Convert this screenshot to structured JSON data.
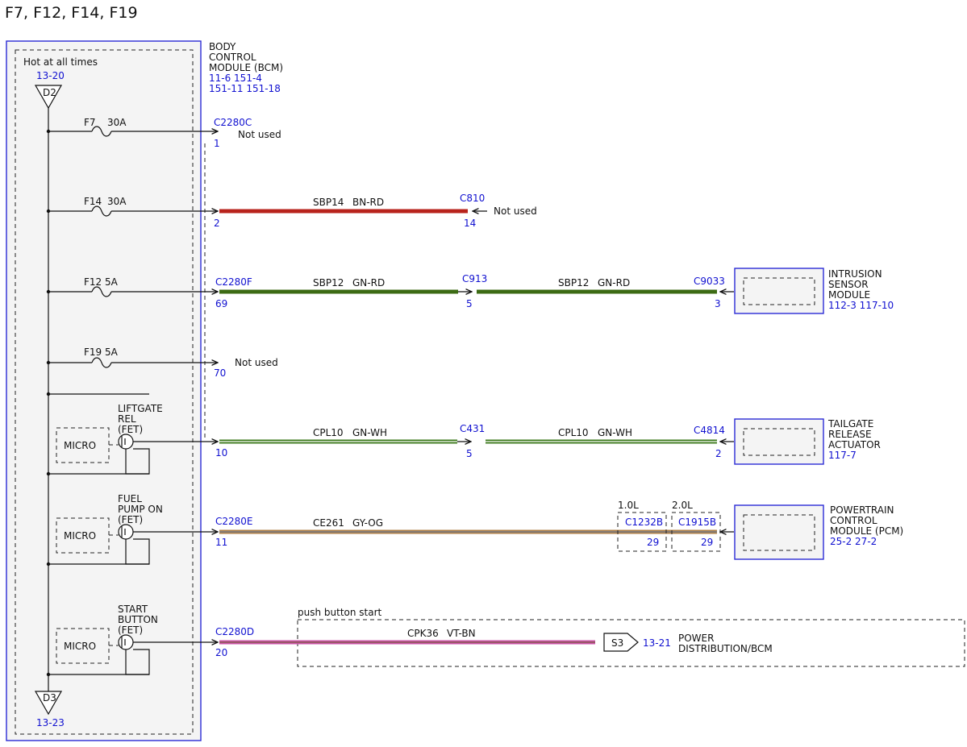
{
  "title": "F7, F12, F14, F19",
  "bcm": {
    "name_lines": [
      "BODY",
      "CONTROL",
      "MODULE (BCM)"
    ],
    "refs_line1": "11-6   151-4",
    "refs_line2": "151-11  151-18",
    "hot_label": "Hot at all times",
    "top_ref": "13-20",
    "top_connector": "D2",
    "bottom_connector": "D3",
    "bottom_ref": "13-23",
    "micro_label": "MICRO"
  },
  "fuses": [
    {
      "name": "F7",
      "rating": "30A"
    },
    {
      "name": "F14",
      "rating": "30A"
    },
    {
      "name": "F12",
      "rating": "5A"
    },
    {
      "name": "F19",
      "rating": "5A"
    }
  ],
  "fets": [
    {
      "lines": [
        "LIFTGATE",
        "REL",
        "(FET)"
      ]
    },
    {
      "lines": [
        "FUEL",
        "PUMP ON",
        "(FET)"
      ]
    },
    {
      "lines": [
        "START",
        "BUTTON",
        "(FET)"
      ]
    }
  ],
  "circuits": {
    "c1": {
      "connector": "C2280C",
      "pin": "1",
      "note": "Not used"
    },
    "c2": {
      "pin": "2",
      "circuit": "SBP14",
      "color_code": "BN-RD",
      "far_connector": "C810",
      "far_pin": "14",
      "note": "Not used",
      "wire_color": "#b8231c"
    },
    "c3": {
      "connector": "C2280F",
      "pin": "69",
      "circuit": "SBP12",
      "color_code": "GN-RD",
      "mid_connector": "C913",
      "mid_pin": "5",
      "circuit2": "SBP12",
      "color_code2": "GN-RD",
      "end_connector": "C9033",
      "end_pin": "3",
      "wire_color": "#3c6b14"
    },
    "c4": {
      "pin": "70",
      "note": "Not used"
    },
    "c5": {
      "pin": "10",
      "circuit": "CPL10",
      "color_code": "GN-WH",
      "mid_connector": "C431",
      "mid_pin": "5",
      "circuit2": "CPL10",
      "color_code2": "GN-WH",
      "end_connector": "C4814",
      "end_pin": "2",
      "wire_color": "#3c7a1c"
    },
    "c6": {
      "connector": "C2280E",
      "pin": "11",
      "circuit": "CE261",
      "color_code": "GY-OG",
      "variant1_label": "1.0L",
      "variant1_connector": "C1232B",
      "variant1_pin": "29",
      "variant2_label": "2.0L",
      "variant2_connector": "C1915B",
      "variant2_pin": "29",
      "wire_color": "#b08048"
    },
    "c7": {
      "connector": "C2280D",
      "pin": "20",
      "circuit": "CPK36",
      "color_code": "VT-BN",
      "option_label": "push button start",
      "splice": "S3",
      "splice_ref": "13-21",
      "dest_lines": [
        "POWER",
        "DISTRIBUTION/BCM"
      ],
      "wire_color": "#cc55a8"
    }
  },
  "modules": [
    {
      "lines": [
        "INTRUSION",
        "SENSOR",
        "MODULE"
      ],
      "refs": "112-3   117-10"
    },
    {
      "lines": [
        "TAILGATE",
        "RELEASE",
        "ACTUATOR"
      ],
      "refs": "117-7"
    },
    {
      "lines": [
        "POWERTRAIN",
        "CONTROL",
        "MODULE (PCM)"
      ],
      "refs": "25-2   27-2"
    }
  ],
  "colors": {
    "module_outline": "#2b2bd6",
    "ref_text": "#1010d0",
    "module_fill": "#f2f2f2"
  }
}
